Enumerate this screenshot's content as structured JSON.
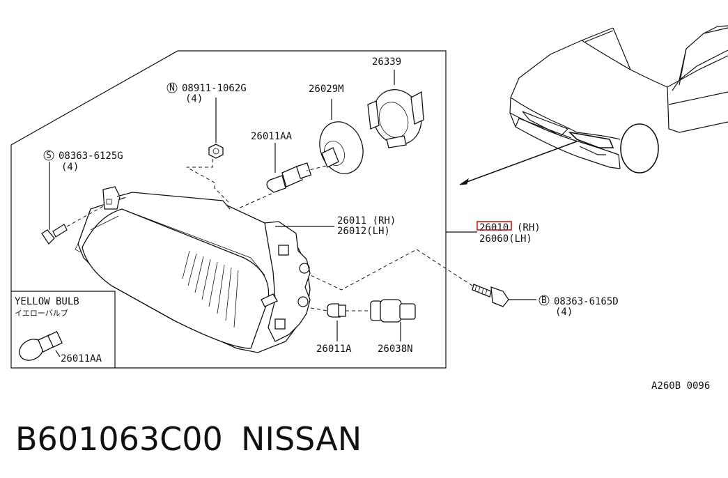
{
  "labels": {
    "nut_circle": "N",
    "nut_part": "08911-1062G",
    "nut_qty": "(4)",
    "screw_circle": "S",
    "screw_part": "08363-6125G",
    "screw_qty": "(4)",
    "bulb_main": "26011AA",
    "socket_cap": "26029M",
    "retainer": "26339",
    "lens_rh": "26011 (RH)",
    "lens_lh": "26012(LH)",
    "assy_rh_code": "26010",
    "assy_rh_suffix": "(RH)",
    "assy_lh": "26060(LH)",
    "bolt_circle": "B",
    "bolt_part": "08363-6165D",
    "bolt_qty": "(4)",
    "side_bulb": "26011A",
    "side_socket": "26038N",
    "inset_title_en": "YELLOW BULB",
    "inset_title_jp": "イエローバルブ",
    "inset_part": "26011AA",
    "drawing_code": "A260B 0096"
  },
  "footer": {
    "part_number": "B601063C00",
    "brand": "NISSAN"
  },
  "colors": {
    "line": "#111111",
    "highlight": "#e01010",
    "background": "#ffffff"
  }
}
